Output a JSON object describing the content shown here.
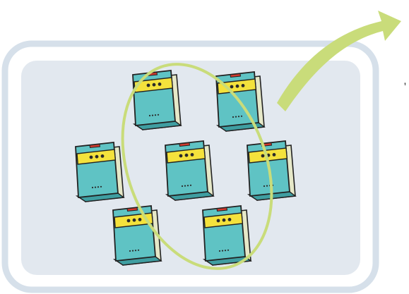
{
  "diagram": {
    "title": "",
    "stray_mark": "'",
    "colors": {
      "outer_panel_fill": "#ffffff",
      "outer_panel_stroke": "#d6e0ea",
      "inner_panel_fill": "#e2e8ef",
      "ellipse_stroke": "#c9dc7a",
      "arrow_fill": "#c9dc7a",
      "book_cover": "#5fc3c4",
      "book_cover_dark": "#3f9ea1",
      "book_pages": "#e6e8c8",
      "book_band": "#f4e23c",
      "book_dot": "#2a2a2a",
      "book_tab": "#d23a2e",
      "outline": "#222222"
    },
    "books": [
      {
        "id": "book-1",
        "in_selection": true
      },
      {
        "id": "book-2",
        "in_selection": false
      },
      {
        "id": "book-3",
        "in_selection": false
      },
      {
        "id": "book-4",
        "in_selection": true
      },
      {
        "id": "book-5",
        "in_selection": true
      },
      {
        "id": "book-6",
        "in_selection": false
      },
      {
        "id": "book-7",
        "in_selection": true
      }
    ]
  }
}
